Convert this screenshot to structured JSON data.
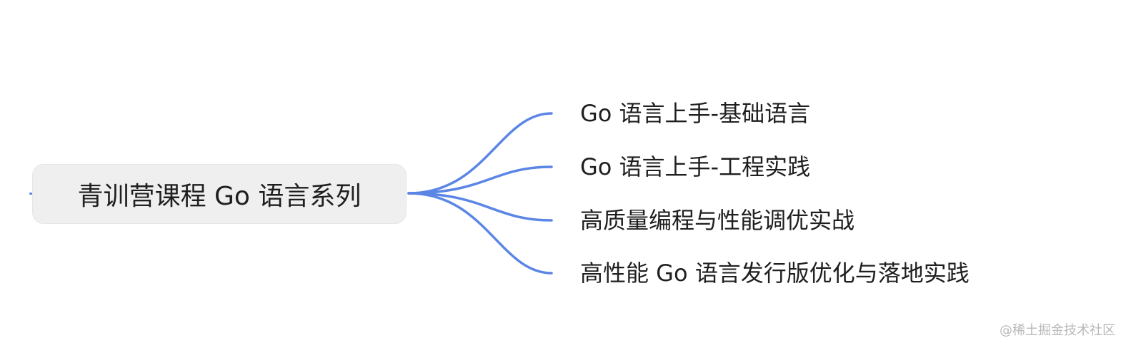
{
  "colors": {
    "connector": "#5b86e6",
    "root_background": "#efefef",
    "root_border": "#e6e6e6",
    "text": "#1f1f1f",
    "watermark": "#b8b8b8"
  },
  "mindmap": {
    "root": {
      "label": "青训营课程 Go 语言系列"
    },
    "children": [
      {
        "label": "Go 语言上手-基础语言"
      },
      {
        "label": "Go 语言上手-工程实践"
      },
      {
        "label": "高质量编程与性能调优实战"
      },
      {
        "label": "高性能 Go 语言发行版优化与落地实践"
      }
    ]
  },
  "watermark": {
    "text": "@稀土掘金技术社区"
  }
}
